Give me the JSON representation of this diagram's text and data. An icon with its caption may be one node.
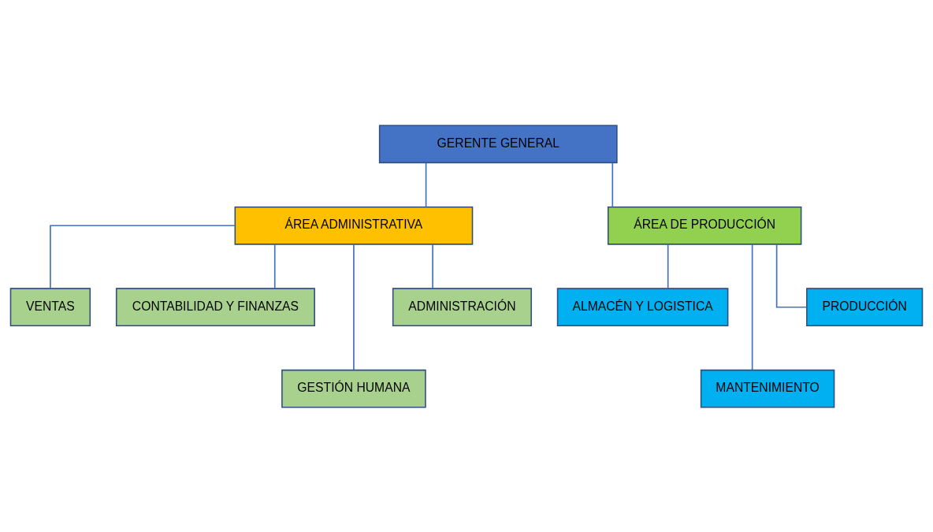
{
  "diagram": {
    "nodes": [
      {
        "text": [
          "GERENTE GENERAL"
        ]
      },
      {
        "text": [
          "ÁREA ADMINISTRATIVA"
        ]
      },
      {
        "text": [
          "ÁREA DE PRODUCCIÓN"
        ]
      },
      {
        "text": [
          "VENTAS"
        ]
      },
      {
        "text": [
          "CONTABILIDAD Y FINANZAS"
        ]
      },
      {
        "text": [
          "GESTIÓN HUMANA"
        ]
      },
      {
        "text": [
          "ADMINISTRACIÓN"
        ]
      },
      {
        "text": [
          "ALMACÉN Y LOGISTICA"
        ]
      },
      {
        "text": [
          "MANTENIMIENTO"
        ]
      },
      {
        "text": [
          "PRODUCCIÓN"
        ]
      }
    ],
    "edges": [
      {
        "from": 0,
        "to": 1,
        "arrow": "none"
      },
      {
        "from": 0,
        "to": 2,
        "arrow": "none"
      },
      {
        "from": 1,
        "to": 3,
        "arrow": "none"
      },
      {
        "from": 1,
        "to": 4,
        "arrow": "none"
      },
      {
        "from": 1,
        "to": 5,
        "arrow": "none"
      },
      {
        "from": 1,
        "to": 6,
        "arrow": "none"
      },
      {
        "from": 2,
        "to": 7,
        "arrow": "none"
      },
      {
        "from": 2,
        "to": 8,
        "arrow": "none"
      },
      {
        "from": 2,
        "to": 9,
        "arrow": "none"
      }
    ]
  }
}
